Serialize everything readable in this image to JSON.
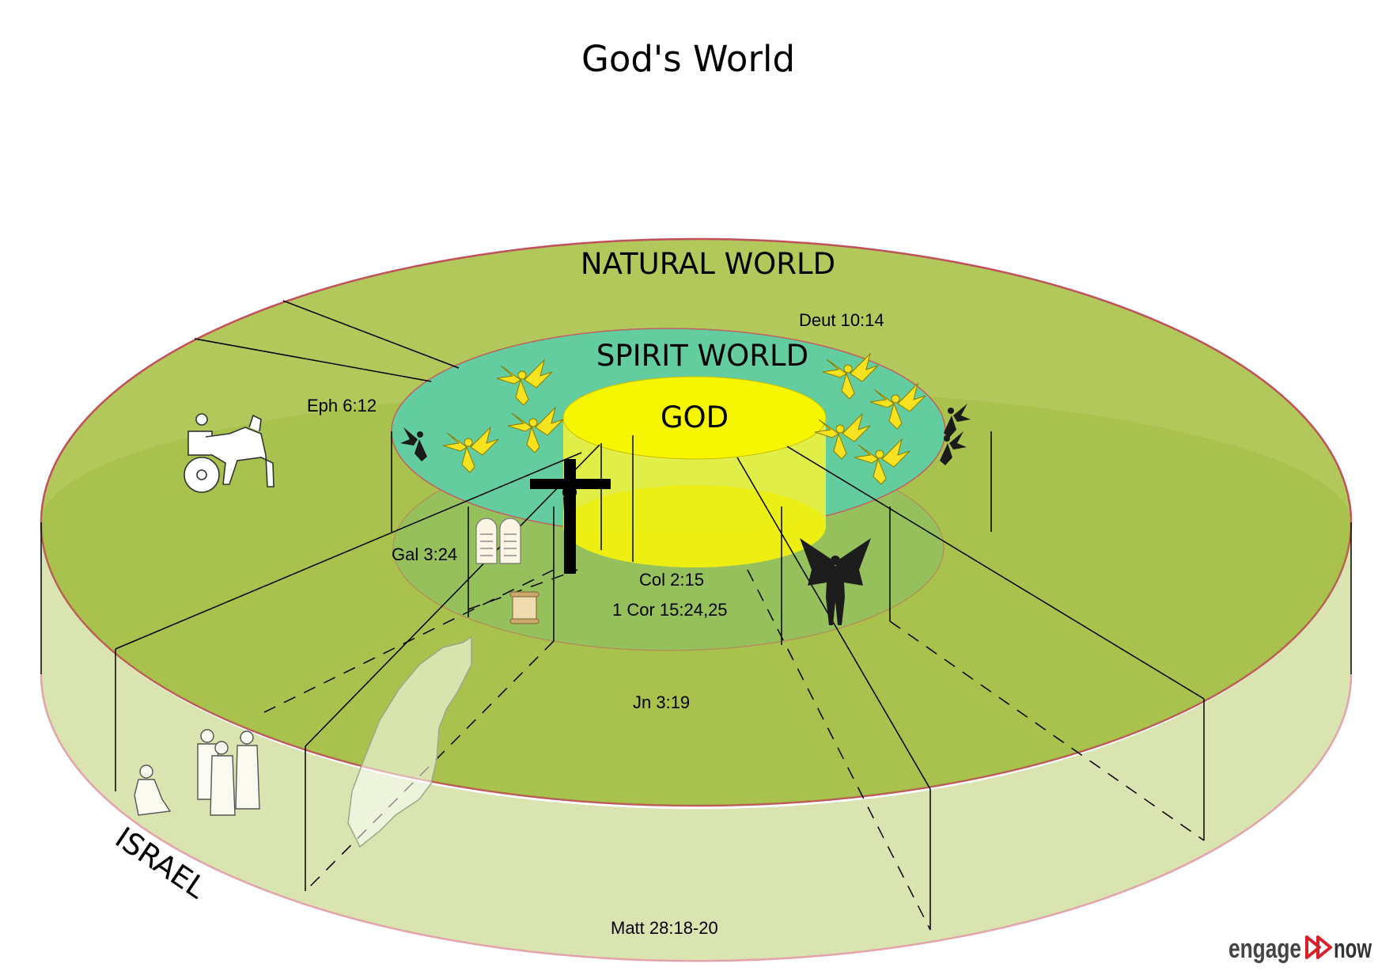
{
  "title": "God's World",
  "regions": {
    "natural_world": "NATURAL WORLD",
    "spirit_world": "SPIRIT WORLD",
    "god": "GOD",
    "israel": "ISRAEL"
  },
  "references": {
    "deut": "Deut 10:14",
    "eph": "Eph 6:12",
    "gal": "Gal 3:24",
    "col": "Col 2:15",
    "cor": "1 Cor 15:24,25",
    "jn": "Jn 3:19",
    "matt": "Matt 28:18-20"
  },
  "logo": {
    "part1": "engage",
    "part2": "now"
  },
  "icons": [
    "cross-icon",
    "angel-icon",
    "demon-icon",
    "dark-angel-icon",
    "chariot-icon",
    "tablets-icon",
    "scroll-icon",
    "people-icon",
    "israel-map-icon"
  ],
  "colors": {
    "natural_top": "#a4be3e",
    "natural_side": "#d9e4b0",
    "natural_rim": "#c0505a",
    "spirit_top": "#63cda0",
    "god_top": "#f6f600",
    "god_side": "#f0f000",
    "angel": "#f7e21f",
    "logo_arrow": "#d8202a"
  }
}
